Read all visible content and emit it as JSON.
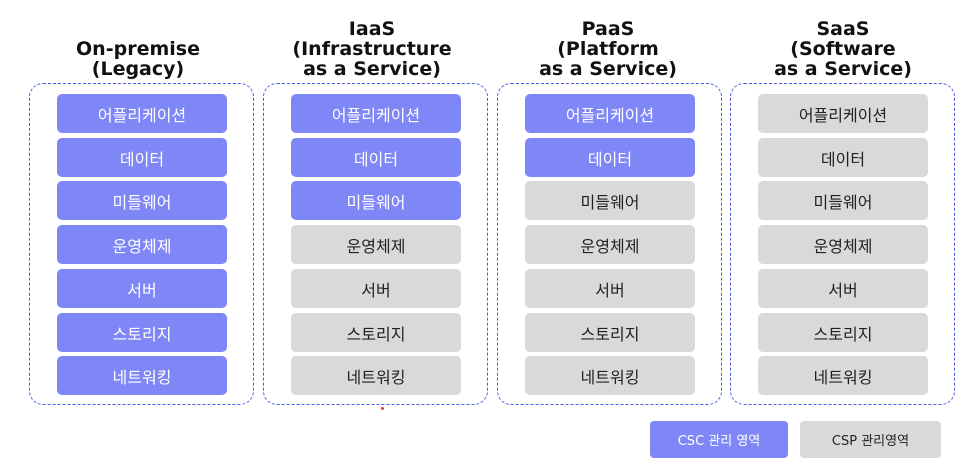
{
  "columns": [
    {
      "title_lines": [
        "On-premise",
        "(Legacy)"
      ],
      "layers": [
        {
          "label": "어플리케이션",
          "managed_by": "csc"
        },
        {
          "label": "데이터",
          "managed_by": "csc"
        },
        {
          "label": "미들웨어",
          "managed_by": "csc"
        },
        {
          "label": "운영체제",
          "managed_by": "csc"
        },
        {
          "label": "서버",
          "managed_by": "csc"
        },
        {
          "label": "스토리지",
          "managed_by": "csc"
        },
        {
          "label": "네트워킹",
          "managed_by": "csc"
        }
      ]
    },
    {
      "title_lines": [
        "IaaS",
        "(Infrastructure",
        "as a Service)"
      ],
      "layers": [
        {
          "label": "어플리케이션",
          "managed_by": "csc"
        },
        {
          "label": "데이터",
          "managed_by": "csc"
        },
        {
          "label": "미들웨어",
          "managed_by": "csc"
        },
        {
          "label": "운영체제",
          "managed_by": "csp"
        },
        {
          "label": "서버",
          "managed_by": "csp"
        },
        {
          "label": "스토리지",
          "managed_by": "csp"
        },
        {
          "label": "네트워킹",
          "managed_by": "csp"
        }
      ]
    },
    {
      "title_lines": [
        "PaaS",
        "(Platform",
        "as a Service)"
      ],
      "layers": [
        {
          "label": "어플리케이션",
          "managed_by": "csc"
        },
        {
          "label": "데이터",
          "managed_by": "csc"
        },
        {
          "label": "미들웨어",
          "managed_by": "csp"
        },
        {
          "label": "운영체제",
          "managed_by": "csp"
        },
        {
          "label": "서버",
          "managed_by": "csp"
        },
        {
          "label": "스토리지",
          "managed_by": "csp"
        },
        {
          "label": "네트워킹",
          "managed_by": "csp"
        }
      ]
    },
    {
      "title_lines": [
        "SaaS",
        "(Software",
        "as a Service)"
      ],
      "layers": [
        {
          "label": "어플리케이션",
          "managed_by": "csp"
        },
        {
          "label": "데이터",
          "managed_by": "csp"
        },
        {
          "label": "미들웨어",
          "managed_by": "csp"
        },
        {
          "label": "운영체제",
          "managed_by": "csp"
        },
        {
          "label": "서버",
          "managed_by": "csp"
        },
        {
          "label": "스토리지",
          "managed_by": "csp"
        },
        {
          "label": "네트워킹",
          "managed_by": "csp"
        }
      ]
    }
  ],
  "legend": {
    "csc_label": "CSC 관리 영역",
    "csp_label": "CSP 관리영역"
  },
  "colors": {
    "csc": "#7f87f6",
    "csp": "#d9d9d9",
    "frame": "#4a5be0"
  }
}
